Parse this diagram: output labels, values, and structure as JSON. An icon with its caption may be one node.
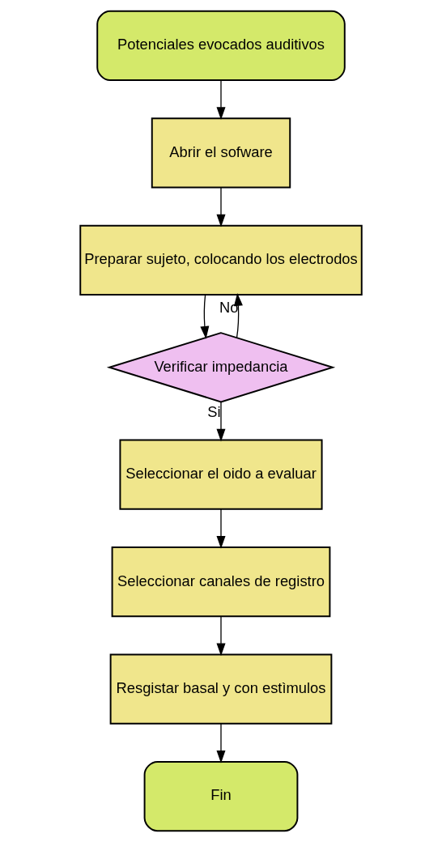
{
  "diagram": {
    "nodes": [
      {
        "text": [
          "Potenciales evocados auditivos"
        ]
      },
      {
        "text": [
          "Abrir el sofware"
        ]
      },
      {
        "text": [
          "Preparar sujeto, colocando los electrodos"
        ]
      },
      {
        "text": [
          "Verificar impedancia"
        ]
      },
      {
        "text": [
          "Seleccionar el oido a evaluar"
        ]
      },
      {
        "text": [
          "Seleccionar canales de registro"
        ]
      },
      {
        "text": [
          "Resgistar basal y con estìmulos"
        ]
      },
      {
        "text": [
          "Fin"
        ]
      }
    ],
    "edges": [
      {
        "from": 0,
        "to": 1,
        "arrow": "to"
      },
      {
        "from": 1,
        "to": 2,
        "arrow": "to"
      },
      {
        "from": 2,
        "to": 3,
        "arrow": "to"
      },
      {
        "from": 3,
        "to": 2,
        "arrow": "to",
        "label": "No"
      },
      {
        "from": 3,
        "to": 4,
        "arrow": "to",
        "label": "Si"
      },
      {
        "from": 4,
        "to": 5,
        "arrow": "to"
      },
      {
        "from": 5,
        "to": 6,
        "arrow": "to"
      },
      {
        "from": 6,
        "to": 7,
        "arrow": "to"
      }
    ]
  }
}
